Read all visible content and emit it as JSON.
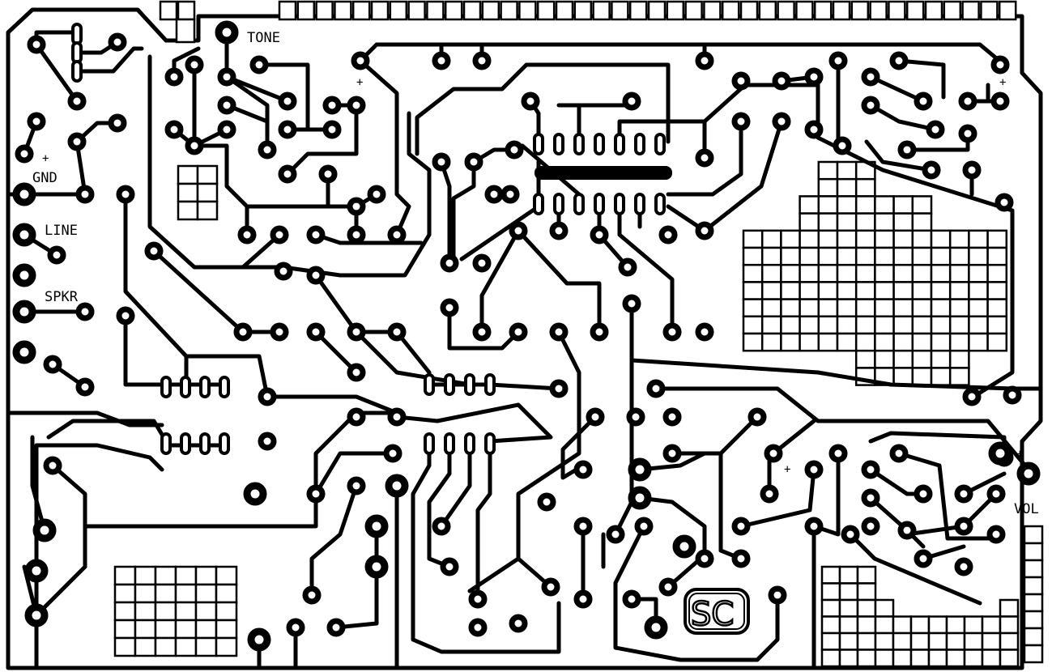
{
  "labels": {
    "tone": "TONE",
    "gnd": "GND",
    "line": "LINE",
    "spkr": "SPKR",
    "vol": "VOL",
    "logo": "SC",
    "plus": "+"
  },
  "colors": {
    "copper": "#000000",
    "board": "#ffffff"
  }
}
